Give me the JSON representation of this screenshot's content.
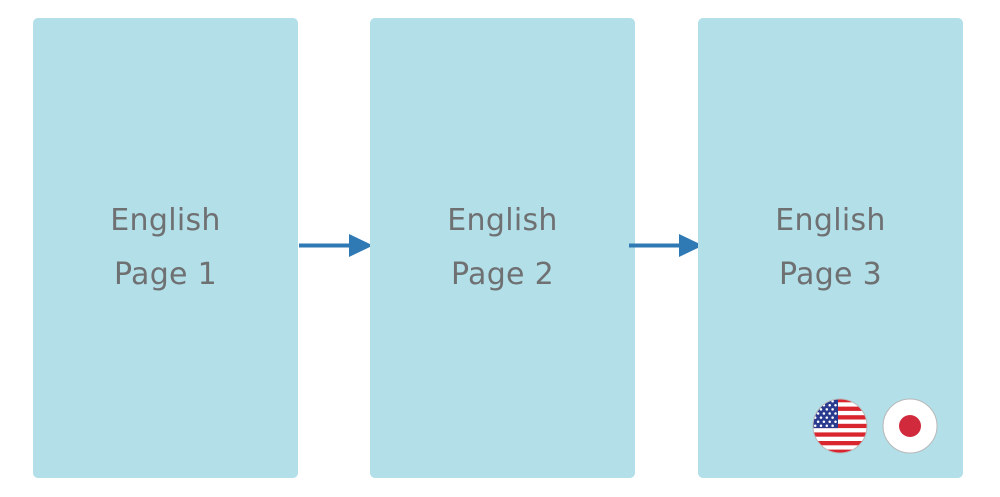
{
  "diagram": {
    "type": "flow",
    "title": "English page sequence with language flags",
    "background_color": "#ffffff",
    "box_fill_color": "#b2dfe8",
    "box_text_color": "#6f7072",
    "arrow_color": "#2f7ab5",
    "boxes": [
      {
        "id": "page-1",
        "line1": "English",
        "line2": "Page 1"
      },
      {
        "id": "page-2",
        "line1": "English",
        "line2": "Page 2"
      },
      {
        "id": "page-3",
        "line1": "English",
        "line2": "Page 3"
      }
    ],
    "arrows": [
      {
        "id": "arrow-1",
        "from": "page-1",
        "to": "page-2",
        "direction": "right"
      },
      {
        "id": "arrow-2",
        "from": "page-2",
        "to": "page-3",
        "direction": "right"
      }
    ],
    "flags": [
      {
        "id": "flag-us",
        "icon": "flag-united-states-icon",
        "label": "United States flag"
      },
      {
        "id": "flag-jp",
        "icon": "flag-japan-icon",
        "label": "Japan flag"
      }
    ]
  }
}
